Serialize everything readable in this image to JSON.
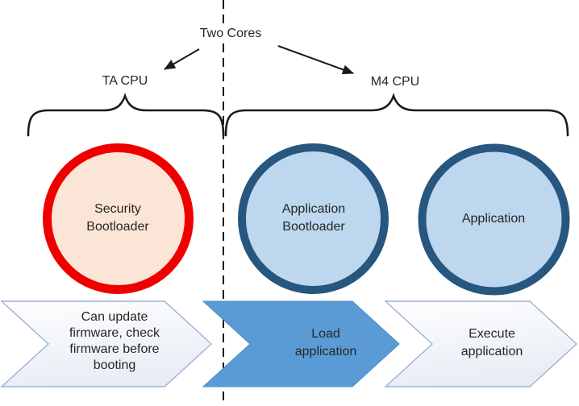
{
  "header": {
    "two_cores_label": "Two Cores",
    "ta_cpu_label": "TA CPU",
    "m4_cpu_label": "M4 CPU"
  },
  "circles": [
    {
      "name": "security-bootloader",
      "label": "Security\nBootloader",
      "border_color": "#ee0000",
      "fill_color": "#fbe5d6"
    },
    {
      "name": "application-bootloader",
      "label": "Application\nBootloader",
      "border_color": "#27567f",
      "fill_color": "#bdd7ee"
    },
    {
      "name": "application",
      "label": "Application",
      "border_color": "#27567f",
      "fill_color": "#bdd7ee"
    }
  ],
  "process_arrows": [
    {
      "name": "can-update-firmware",
      "label": "Can update\nfirmware, check\nfirmware before\nbooting",
      "style": "outlined",
      "fill_color": "#ffffff",
      "border_color": "#9db1d4"
    },
    {
      "name": "load-application",
      "label": "Load\napplication",
      "style": "filled",
      "fill_color": "#5b9bd5",
      "border_color": "#4e8cc6"
    },
    {
      "name": "execute-application",
      "label": "Execute\napplication",
      "style": "outlined",
      "fill_color": "#ffffff",
      "border_color": "#9db1d4"
    }
  ],
  "colors": {
    "line_color": "#1a1a1a",
    "text_color": "#262626",
    "divider_style": "dashed"
  }
}
